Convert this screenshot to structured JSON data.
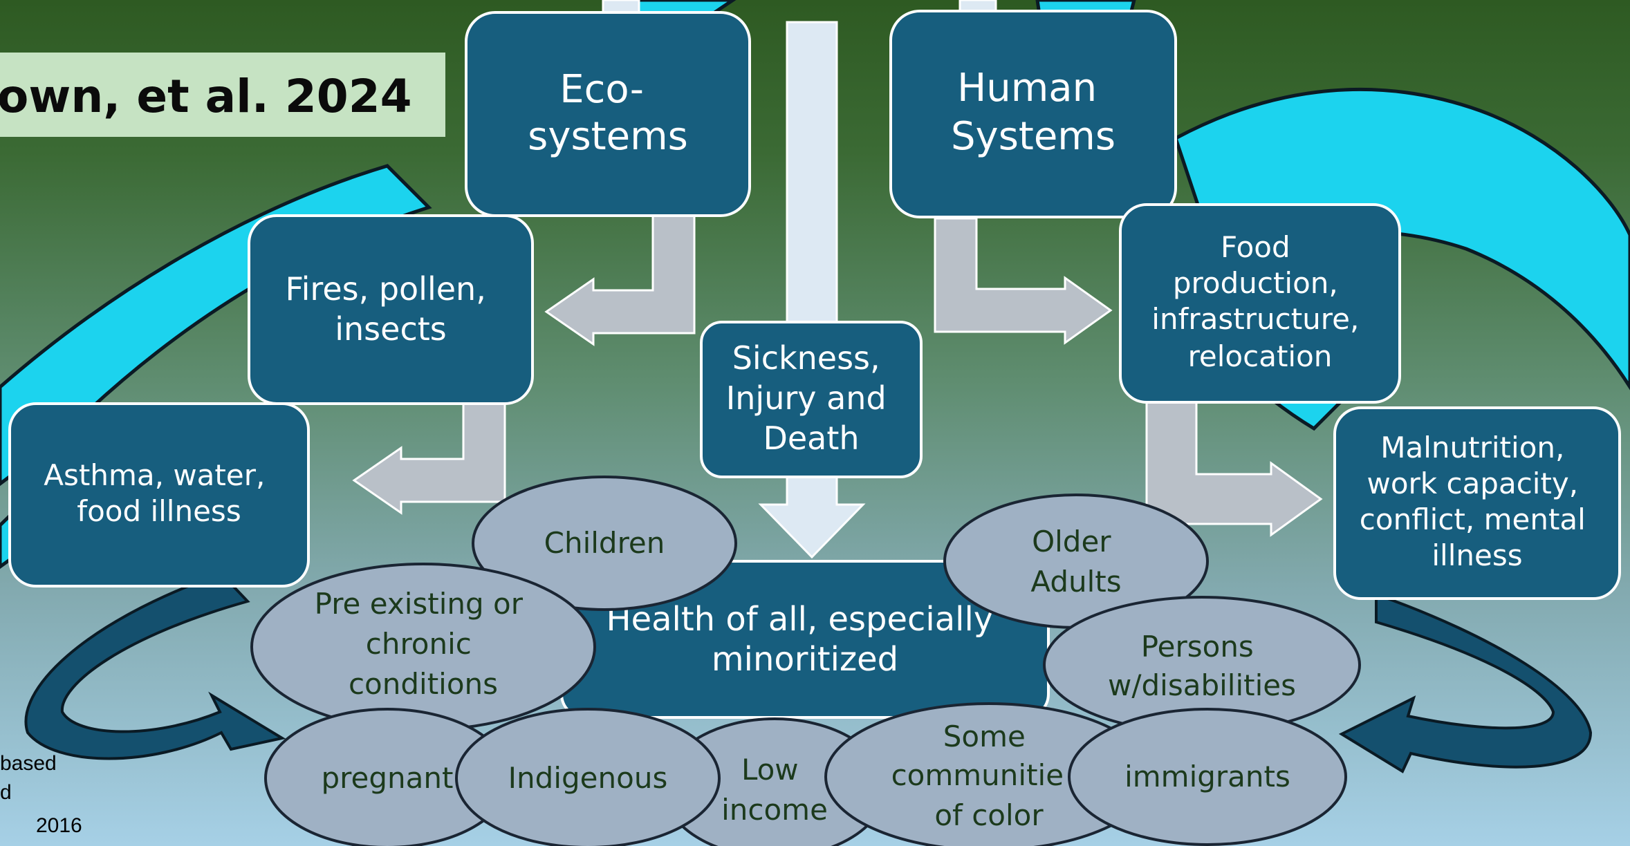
{
  "citation": "own, et al. 2024",
  "source_note": [
    "based",
    "d",
    "2016"
  ],
  "boxes": {
    "ecosystems": [
      "Eco-",
      "systems"
    ],
    "human_systems": [
      "Human",
      "Systems"
    ],
    "fires": [
      "Fires, pollen,",
      "insects"
    ],
    "food_production": [
      "Food",
      "production,",
      "infrastructure,",
      "relocation"
    ],
    "sickness": [
      "Sickness,",
      "Injury and",
      "Death"
    ],
    "asthma": [
      "Asthma, water,",
      "food illness"
    ],
    "malnutrition": [
      "Malnutrition,",
      "work capacity,",
      "conflict, mental",
      "illness"
    ],
    "health": [
      "Health of all, especially",
      "minoritized"
    ]
  },
  "groups": {
    "children": [
      "Children"
    ],
    "older_adults": [
      "Older",
      "Adults"
    ],
    "pre_existing": [
      "Pre existing or",
      "chronic",
      "conditions"
    ],
    "disabilities": [
      "Persons",
      "w/disabilities"
    ],
    "pregnant": [
      "pregnant"
    ],
    "indigenous": [
      "Indigenous"
    ],
    "low_income": [
      "Low",
      "income"
    ],
    "communities_of_color": [
      "Some",
      "communitie",
      "of color"
    ],
    "immigrants": [
      "immigrants"
    ]
  },
  "colors": {
    "box_fill": "#175e7e",
    "box_stroke": "#ffffff",
    "arrow_gray": "#b9c0c8",
    "arrow_light": "#dde9f3",
    "ellipse_fill": "#9fb1c4",
    "ellipse_stroke": "#1a2533",
    "citation_bg": "#c6e3c3",
    "river": "#1cd3ee",
    "curved_arrow": "#14506e"
  }
}
